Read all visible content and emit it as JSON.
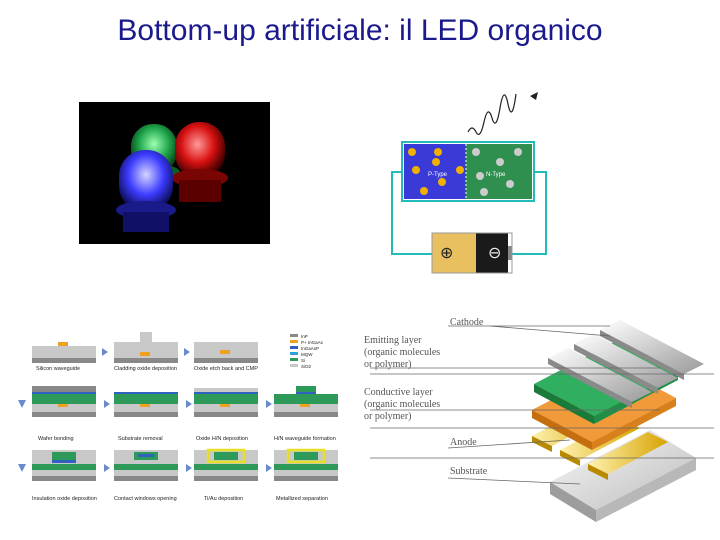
{
  "title": "Bottom-up artificiale: il LED organico",
  "pn_junction": {
    "p_label": "P-Type",
    "n_label": "N-Type",
    "plus_symbol": "⊕",
    "minus_symbol": "⊖"
  },
  "process_steps": [
    "Silicon waveguide",
    "Cladding oxide deposition",
    "Oxide etch back and CMP",
    "Wafer bonding",
    "Substrate removal",
    "Oxide H/N deposition",
    "H/N waveguide formation",
    "Insulation oxide deposition",
    "Contact windows opening",
    "Ti/Au deposition",
    "Metallized separation"
  ],
  "process_legend": [
    "InP",
    "P+ InGaAs",
    "InGaAsP",
    "MQW",
    "Si",
    "SiO2"
  ],
  "colors": {
    "title": "#1a1a8c",
    "p_type": "#3a3ad8",
    "n_type": "#2f8f4f",
    "wire": "#22bbbb",
    "inp": "#888888",
    "ingaas": "#f0a020",
    "ingaasp": "#3060c0",
    "mqw": "#30a0e0",
    "si": "#2e9a5a",
    "sio2": "#c8c8c8"
  },
  "oled_labels": {
    "cathode": "Cathode",
    "emitting": [
      "Emitting layer",
      "(organic molecules",
      "or polymer)"
    ],
    "conductive": [
      "Conductive layer",
      "(organic molecules",
      "or polymer)"
    ],
    "anode": "Anode",
    "substrate": "Substrate"
  }
}
